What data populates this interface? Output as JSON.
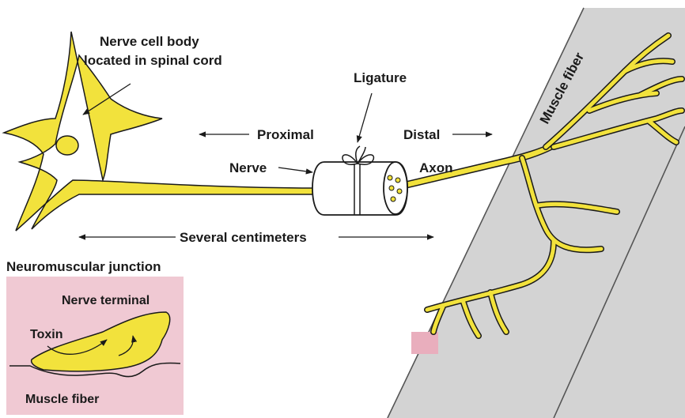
{
  "labels": {
    "cell_body_line1": "Nerve cell body",
    "cell_body_line2": "located in spinal cord",
    "ligature": "Ligature",
    "proximal": "Proximal",
    "distal": "Distal",
    "nerve": "Nerve",
    "axon": "Axon",
    "muscle_fiber_band": "Muscle fiber",
    "several_cm": "Several centimeters"
  },
  "inset": {
    "title": "Neuromuscular junction",
    "nerve_terminal": "Nerve terminal",
    "toxin": "Toxin",
    "muscle_fiber": "Muscle fiber"
  },
  "colors": {
    "neuron": "#f2e23c",
    "outline": "#1a1a1a",
    "muscle_band": "#d3d3d3",
    "inset_bg": "#f0c9d3",
    "marker": "#e9aebd"
  }
}
